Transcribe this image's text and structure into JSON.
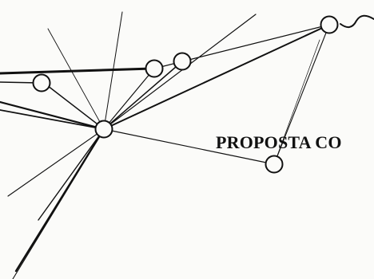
{
  "document": {
    "title": "PROPOSTA CO"
  },
  "diagram": {
    "description_type": "network-of-nodes",
    "colors": {
      "ink": "#111111",
      "paper": "#fbfbf9"
    },
    "node_shape": "circle",
    "hub_shape": "circle"
  }
}
